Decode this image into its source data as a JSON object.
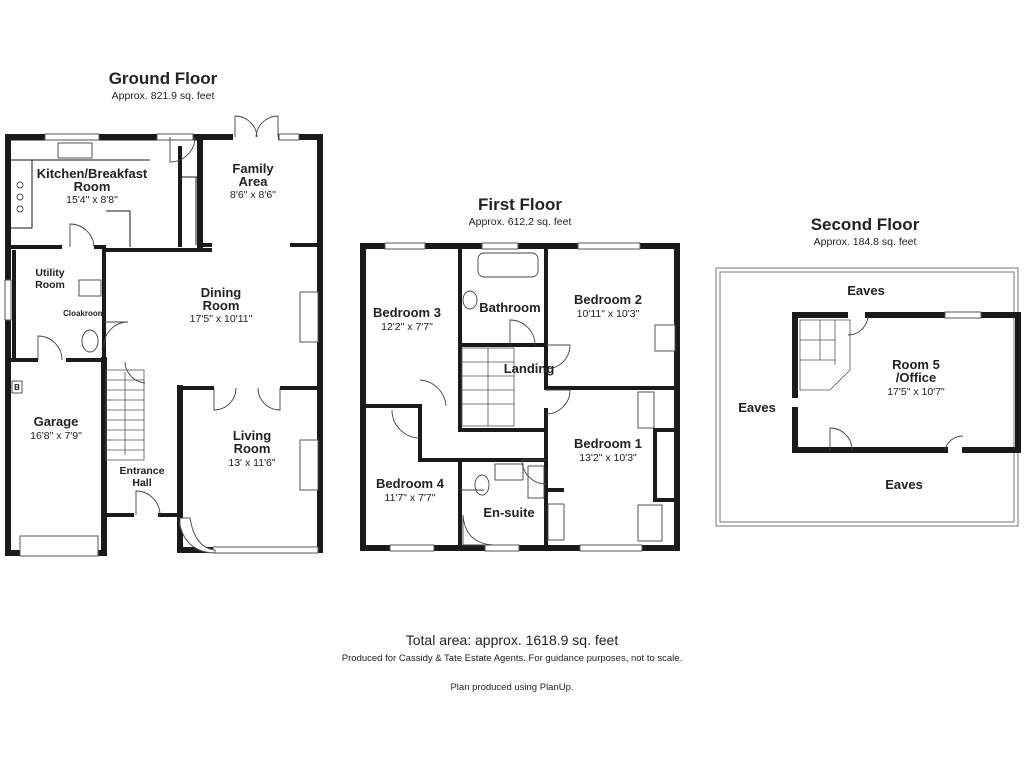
{
  "floors": [
    {
      "title": "Ground Floor",
      "area": "Approx. 821.9 sq. feet"
    },
    {
      "title": "First Floor",
      "area": "Approx. 612.2 sq. feet"
    },
    {
      "title": "Second Floor",
      "area": "Approx. 184.8 sq. feet"
    }
  ],
  "rooms": {
    "kitchen": {
      "name1": "Kitchen/Breakfast",
      "name2": "Room",
      "dim": "15'4\" x 8'8\""
    },
    "family": {
      "name1": "Family",
      "name2": "Area",
      "dim": "8'6\" x 8'6\""
    },
    "utility": {
      "name1": "Utility",
      "name2": "Room"
    },
    "cloakroom": {
      "name": "Cloakroom"
    },
    "dining": {
      "name1": "Dining",
      "name2": "Room",
      "dim": "17'5\" x 10'11\""
    },
    "garage": {
      "name": "Garage",
      "dim": "16'8\" x 7'9\"",
      "marker": "B"
    },
    "living": {
      "name1": "Living",
      "name2": "Room",
      "dim": "13' x 11'6\""
    },
    "entrance": {
      "name1": "Entrance",
      "name2": "Hall"
    },
    "bedroom3": {
      "name": "Bedroom 3",
      "dim": "12'2\" x 7'7\""
    },
    "bathroom": {
      "name": "Bathroom"
    },
    "bedroom2": {
      "name": "Bedroom 2",
      "dim": "10'11\" x 10'3\""
    },
    "landing": {
      "name": "Landing"
    },
    "bedroom1": {
      "name": "Bedroom 1",
      "dim": "13'2\" x 10'3\""
    },
    "bedroom4": {
      "name": "Bedroom 4",
      "dim": "11'7\" x 7'7\""
    },
    "ensuite": {
      "name": "En-suite"
    },
    "room5": {
      "name1": "Room 5",
      "name2": "/Office",
      "dim": "17'5\" x 10'7\""
    },
    "eaves": {
      "name": "Eaves"
    }
  },
  "footer": {
    "total": "Total area: approx. 1618.9 sq. feet",
    "note": "Produced for Cassidy & Tate Estate Agents. For guidance purposes, not to scale.",
    "credit": "Plan produced using PlanUp."
  },
  "colors": {
    "wall": "#1a1a1a",
    "background": "#ffffff",
    "text": "#222222"
  }
}
